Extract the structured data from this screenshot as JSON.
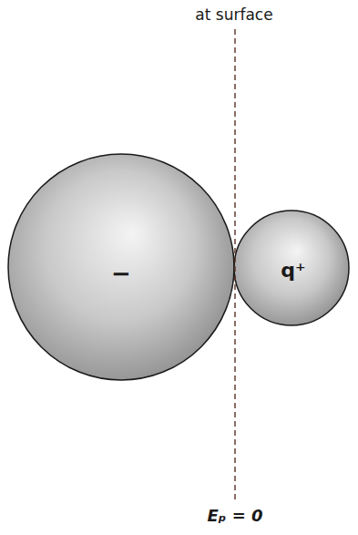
{
  "diagram": {
    "nodes": [
      {
        "text": [
          "−"
        ]
      },
      {
        "text": [
          "q⁺"
        ]
      }
    ],
    "labels": [
      "at surface",
      "Eₚ = 0"
    ]
  }
}
